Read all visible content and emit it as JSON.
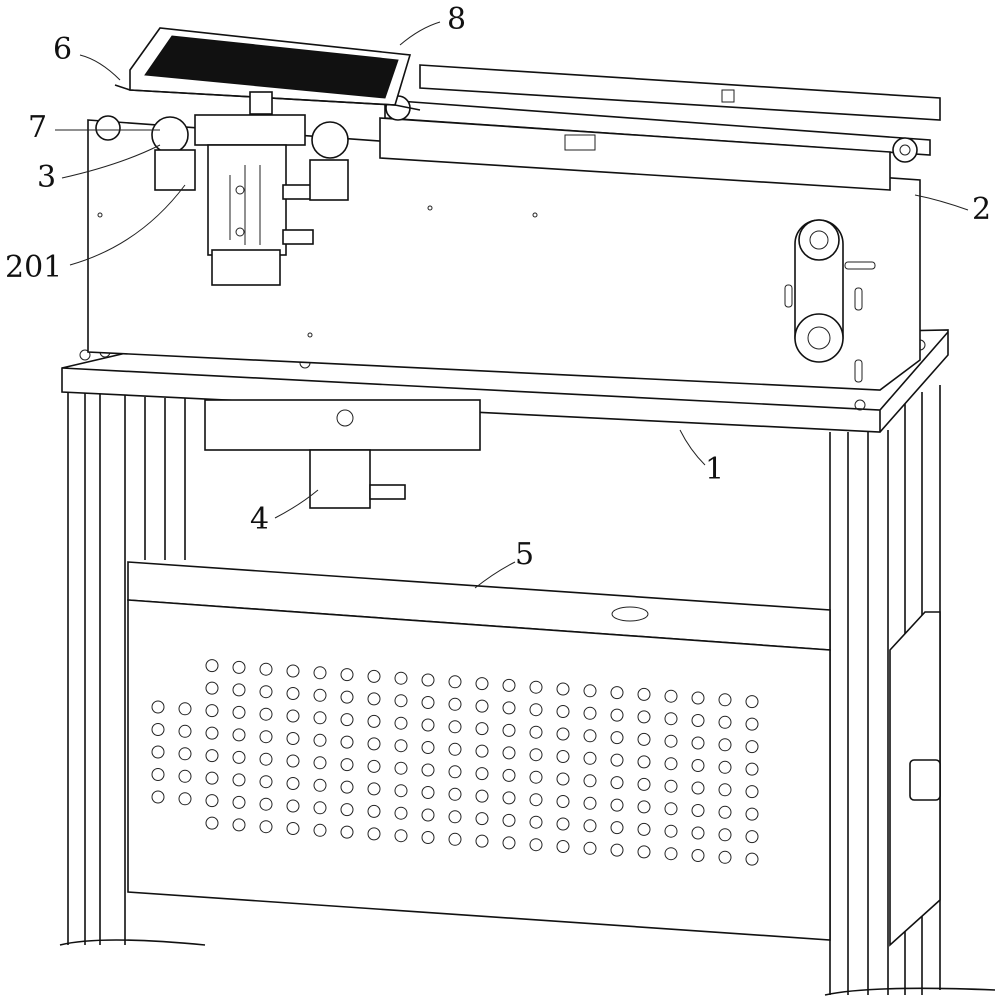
{
  "figure": {
    "labels": [
      {
        "id": "label-1",
        "text": "1"
      },
      {
        "id": "label-2",
        "text": "2"
      },
      {
        "id": "label-3",
        "text": "3"
      },
      {
        "id": "label-4",
        "text": "4"
      },
      {
        "id": "label-5",
        "text": "5"
      },
      {
        "id": "label-6",
        "text": "6"
      },
      {
        "id": "label-7",
        "text": "7"
      },
      {
        "id": "label-8",
        "text": "8"
      },
      {
        "id": "label-201",
        "text": "201"
      }
    ],
    "perforation": {
      "rows": 8,
      "cols": 23
    }
  }
}
